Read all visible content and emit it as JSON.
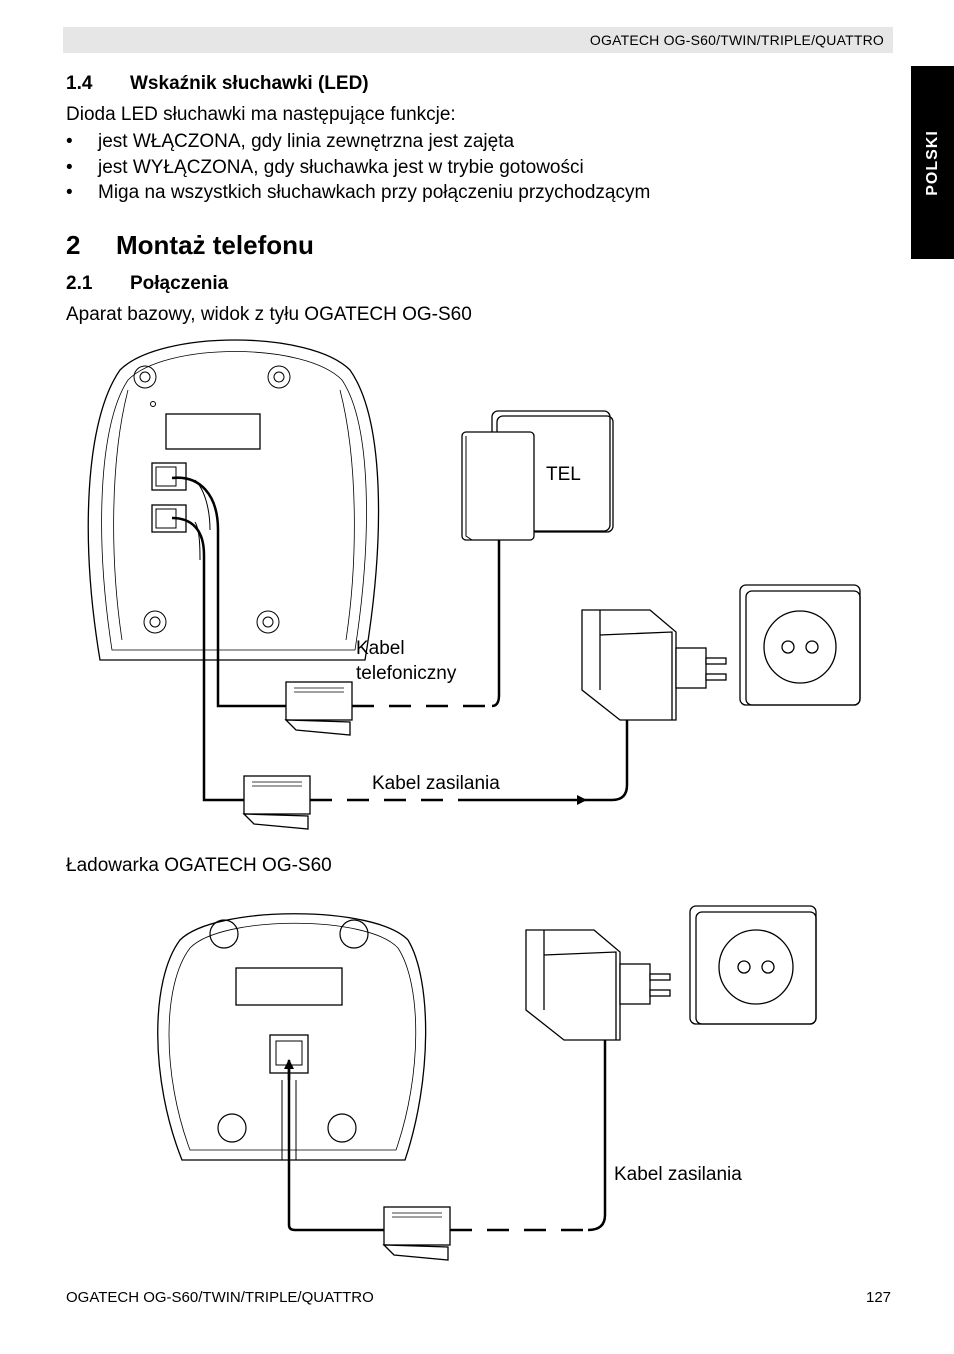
{
  "header": {
    "title": "OGATECH OG-S60/TWIN/TRIPLE/QUATTRO"
  },
  "language_tab": "POLSKI",
  "section_1_4": {
    "number": "1.4",
    "title": "Wskaźnik słuchawki (LED)",
    "intro": "Dioda LED słuchawki ma następujące funkcje:",
    "bullets": [
      "jest WŁĄCZONA, gdy linia zewnętrzna jest zajęta",
      "jest WYŁĄCZONA, gdy słuchawka jest w trybie gotowości",
      "Miga na wszystkich słuchawkach przy połączeniu przychodzącym"
    ]
  },
  "section_2": {
    "number": "2",
    "title": "Montaż telefonu"
  },
  "section_2_1": {
    "number": "2.1",
    "title": "Połączenia",
    "caption_base": "Aparat bazowy, widok z tyłu OGATECH OG-S60",
    "caption_charger": "Ładowarka OGATECH OG-S60"
  },
  "diagram_base": {
    "tel_label": "TEL",
    "phone_cable_line1": "Kabel",
    "phone_cable_line2": "telefoniczny",
    "power_cable": "Kabel zasilania"
  },
  "diagram_charger": {
    "power_cable": "Kabel zasilania"
  },
  "footer": {
    "title": "OGATECH OG-S60/TWIN/TRIPLE/QUATTRO",
    "page_number": "127"
  }
}
